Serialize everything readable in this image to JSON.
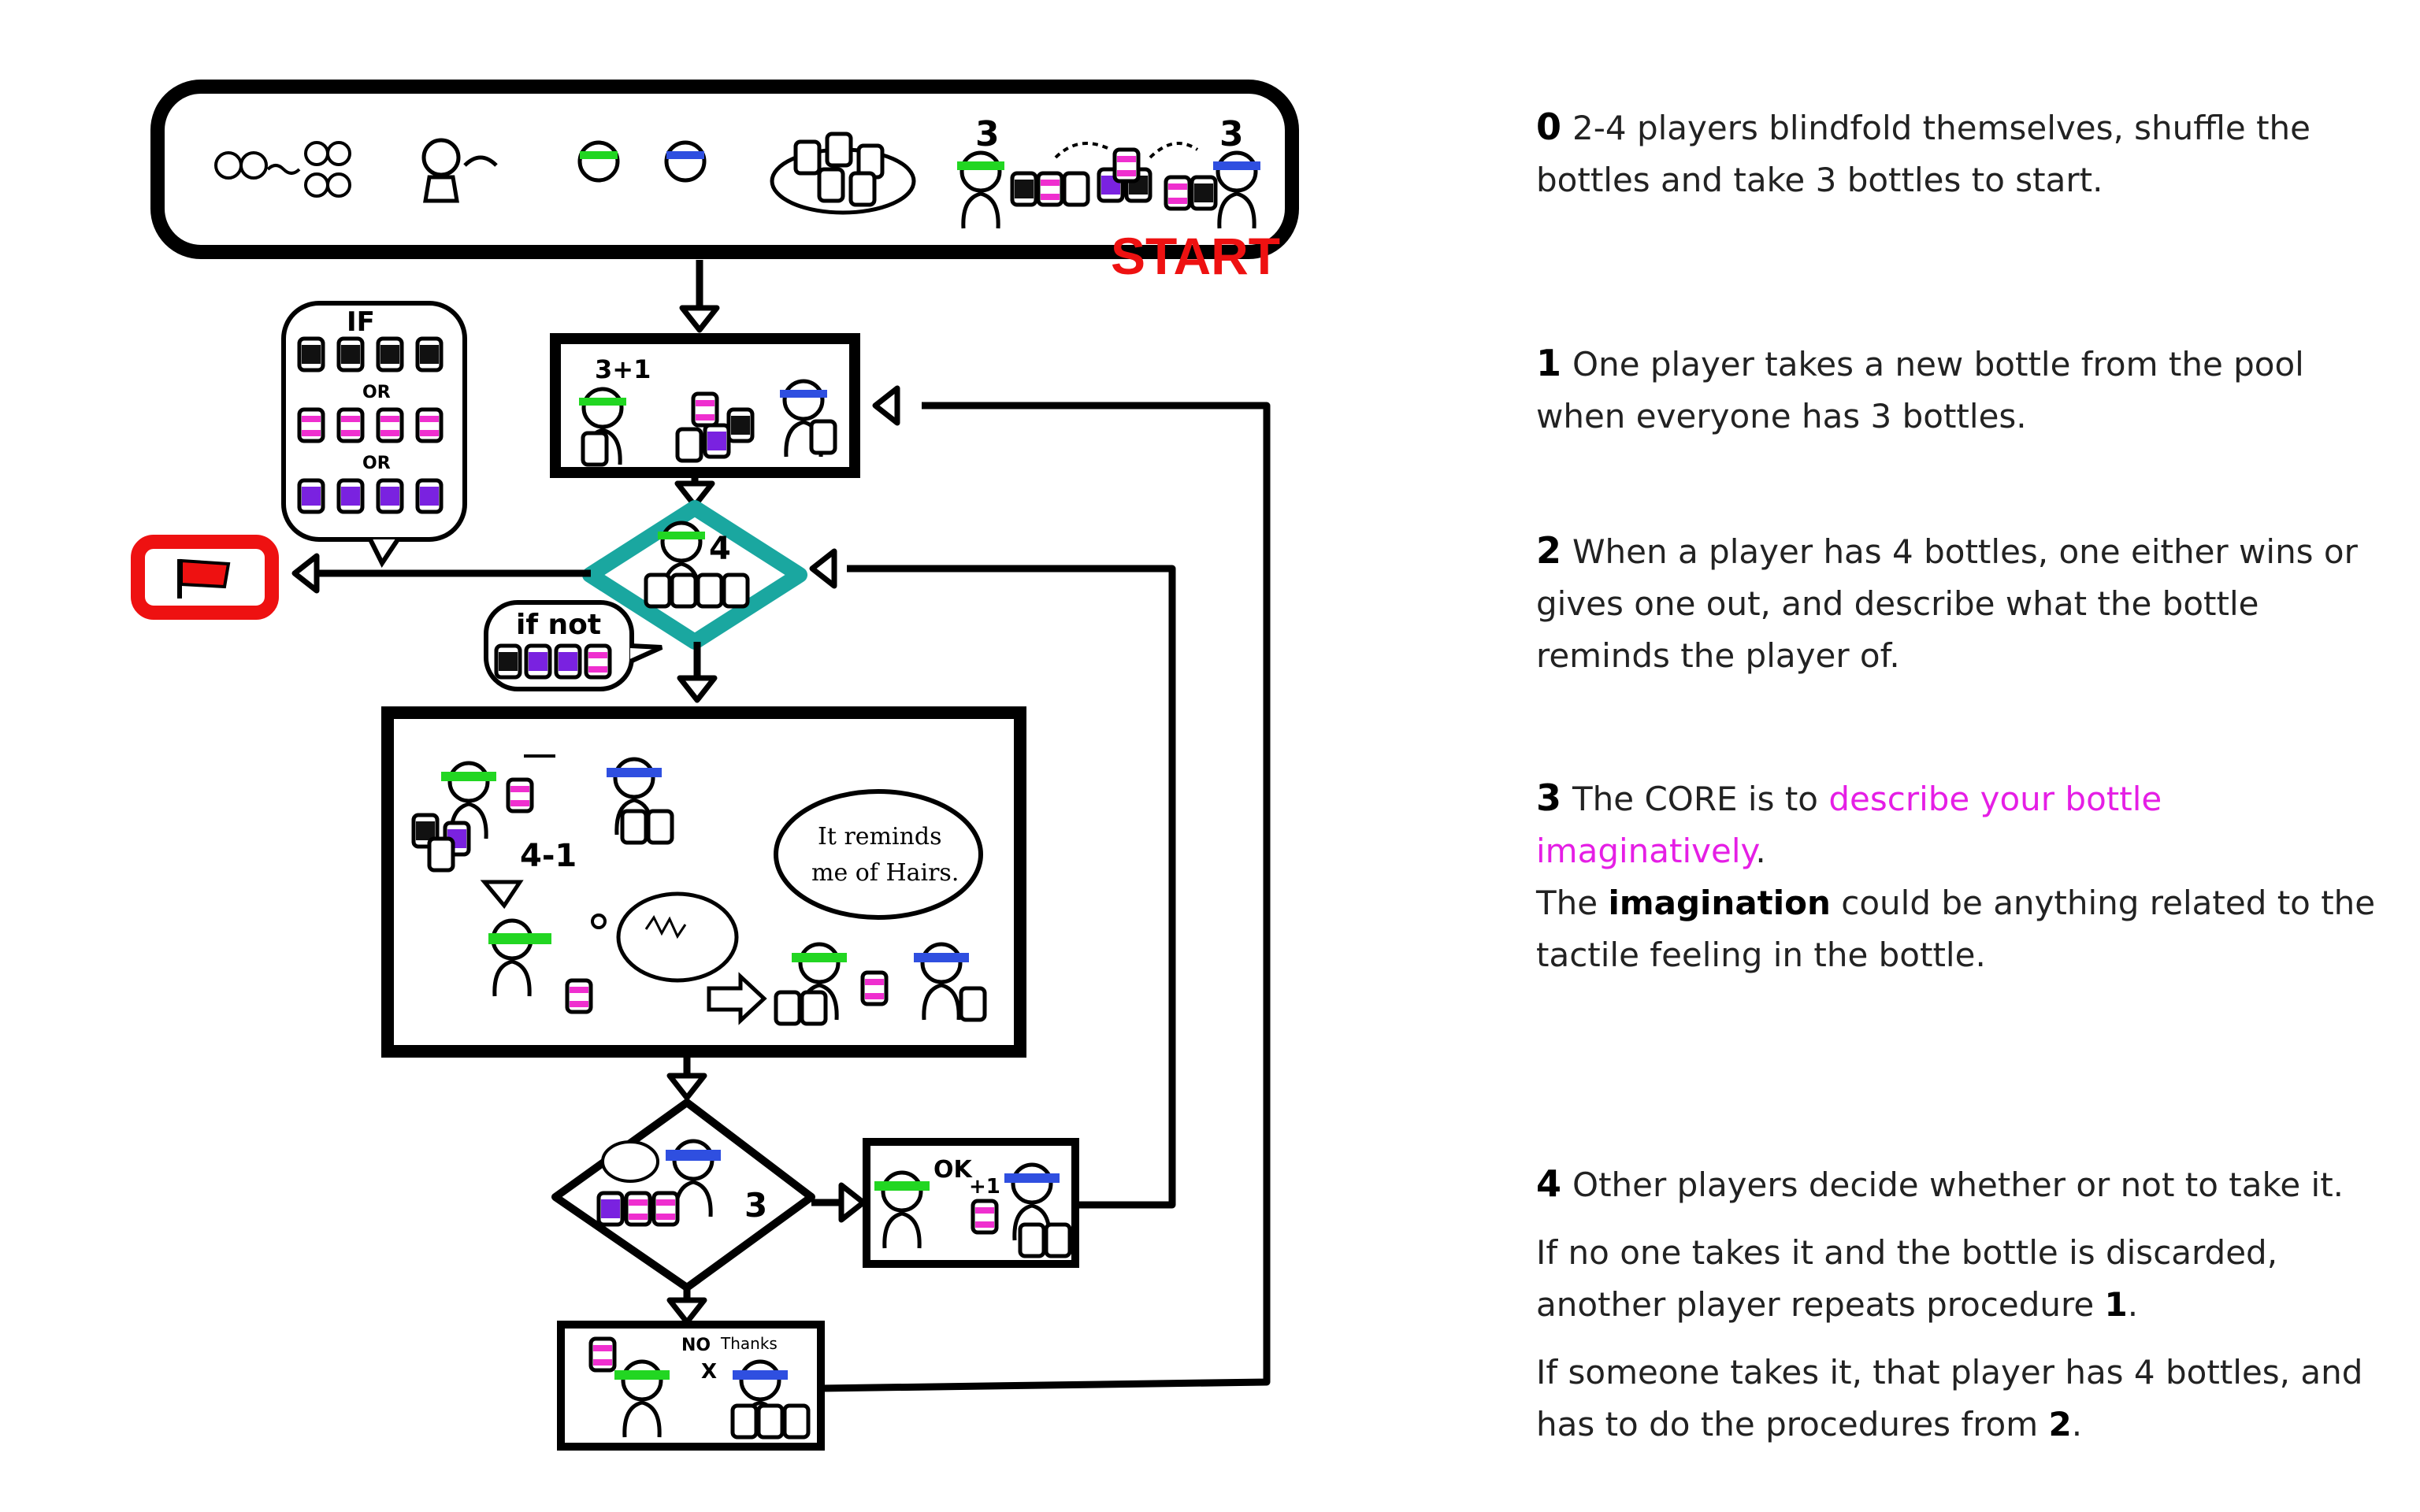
{
  "colors": {
    "green": "#22d622",
    "blue": "#2f4fe0",
    "pink": "#ef2fcf",
    "purple": "#7a22e0",
    "teal": "#1aa7a0",
    "red": "#ee1111",
    "accent": "#e51ee5",
    "ink": "#000000"
  },
  "diagram": {
    "start_label": "START",
    "start_counts": [
      "3",
      "3"
    ],
    "step1_label": "3+1",
    "diamond4_label": "4",
    "if_label": "IF",
    "or_labels": [
      "OR",
      "OR"
    ],
    "if_not_label": "if not",
    "core_minus_label": "4-1",
    "speech_line1": "It reminds",
    "speech_line2": "me of Hairs.",
    "diamond3_label": "3",
    "ok_label": "OK",
    "plus1_label": "+1",
    "no_label": "NO",
    "thanks_label": "Thanks",
    "x_label": "X"
  },
  "steps": {
    "s0": {
      "num": "0",
      "text": "2-4 players blindfold themselves, shuffle the bottles and take 3 bottles to start."
    },
    "s1": {
      "num": "1",
      "text": "One player takes a new bottle from the pool when everyone has 3 bottles."
    },
    "s2": {
      "num": "2",
      "text": "When a player has 4 bottles, one either wins or gives one out, and describe what the bottle reminds the player of."
    },
    "s3": {
      "num": "3",
      "pre": "The CORE is to ",
      "highlight": "describe your bottle imaginatively",
      "post": ".",
      "line2_pre": "The ",
      "line2_bold": "imagination",
      "line2_post": " could be anything related to the tactile feeling in the bottle."
    },
    "s4": {
      "num": "4",
      "text": "Other players decide whether or not to take it.",
      "p2_pre": "If no one takes it and the bottle is discarded, another player repeats procedure ",
      "p2_bold": "1",
      "p2_post": ".",
      "p3_pre": "If someone takes it, that player has 4 bottles, and has to do the procedures from ",
      "p3_bold": "2",
      "p3_post": "."
    }
  }
}
